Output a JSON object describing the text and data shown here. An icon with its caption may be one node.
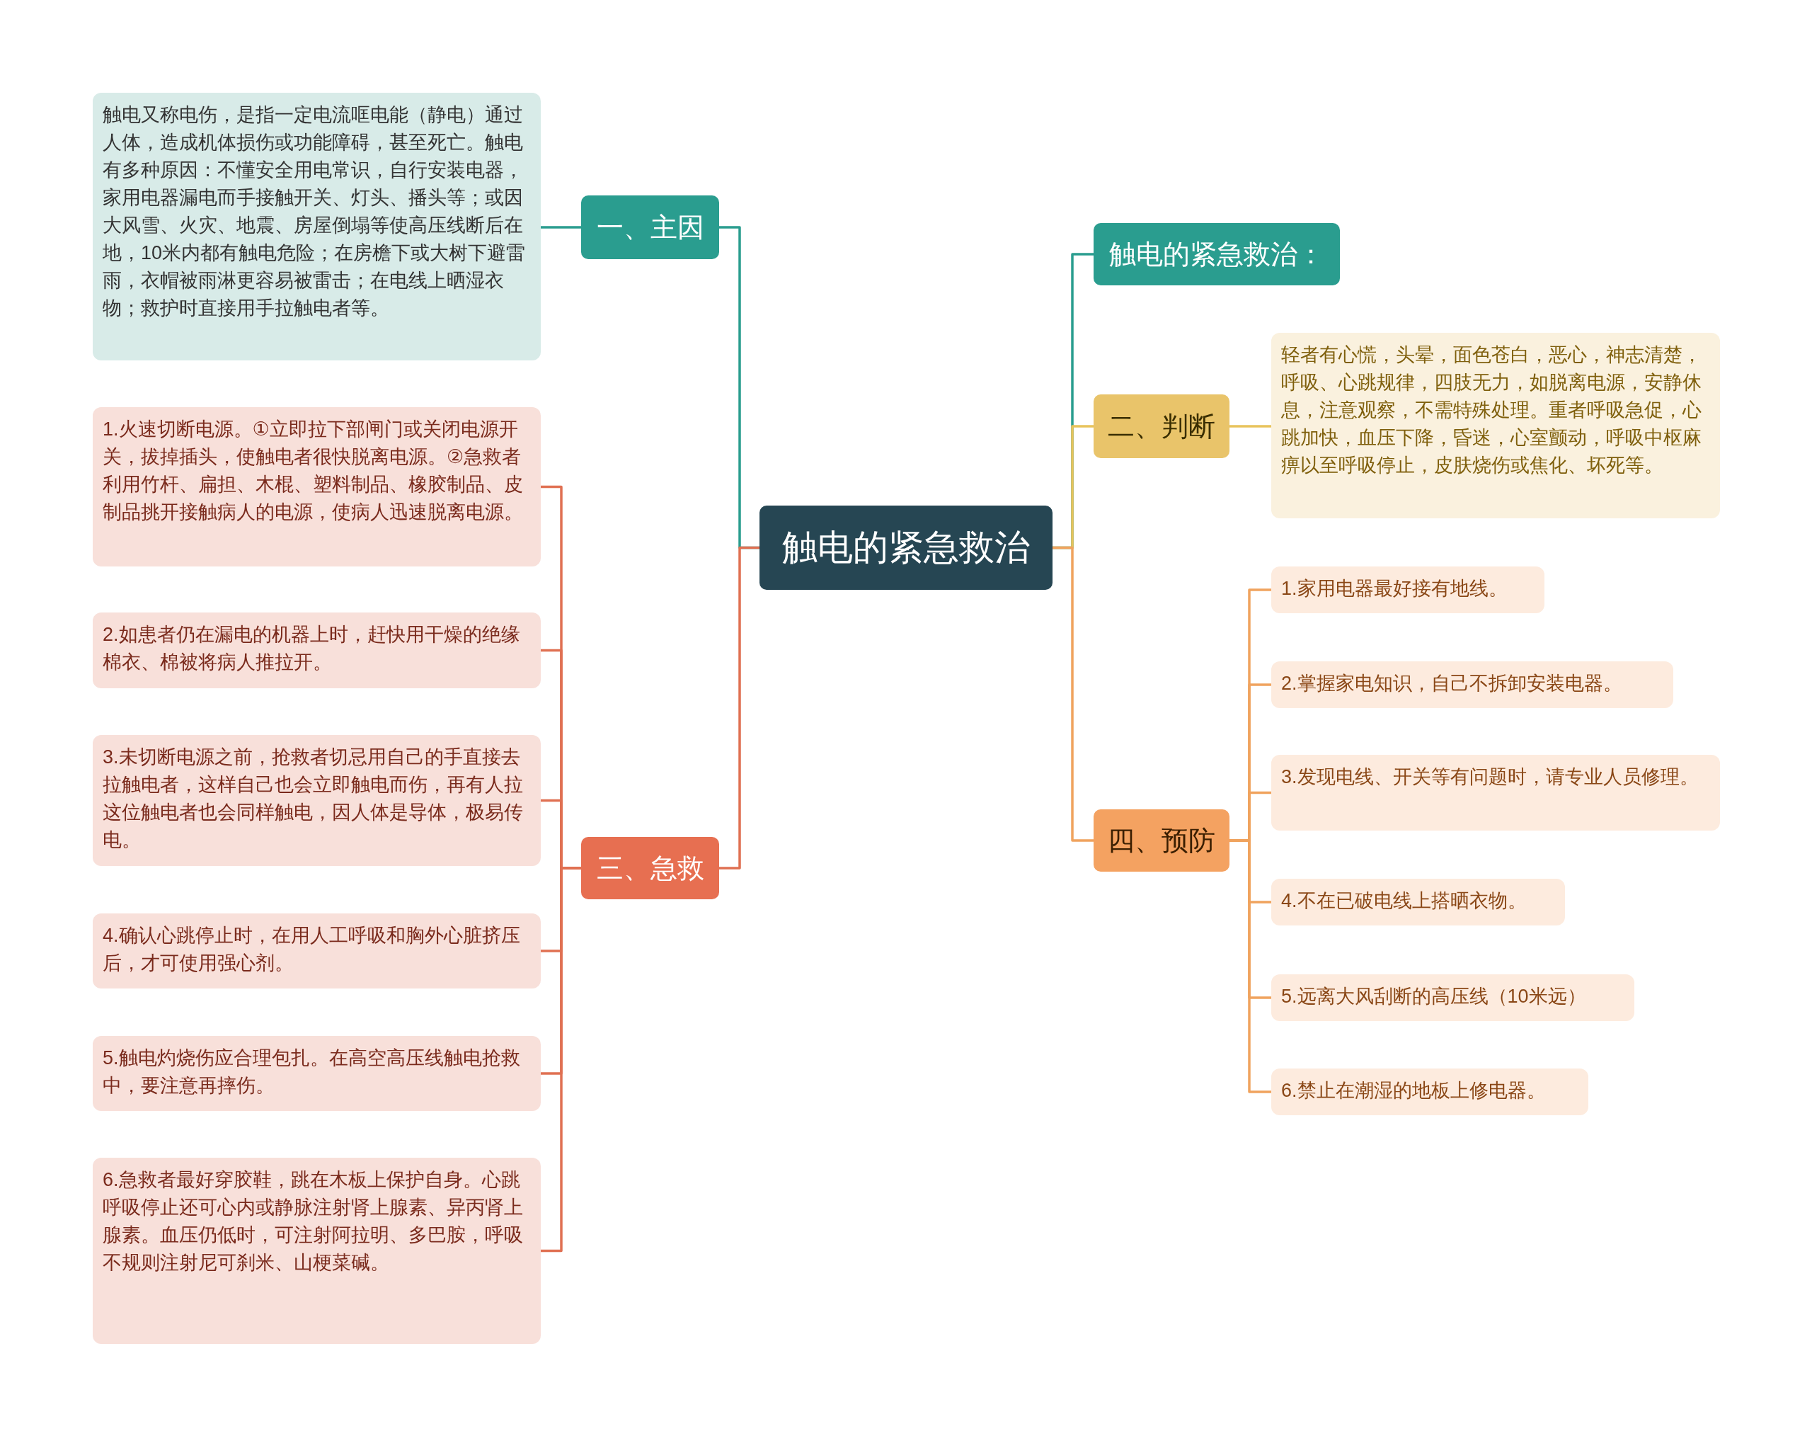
{
  "diagram": {
    "nodes": [
      {
        "text": [
          "触电的紧急救治"
        ]
      },
      {
        "text": [
          "一、主因"
        ]
      },
      {
        "text": [
          "触电又称电伤，是指一定电流哐电能（静电）通过人体，造成机体损伤或功能障碍，甚至死亡。触电有多种原因：不懂安全用电常识，自行安装电器，家用电器漏电而手接触开关、灯头、播头等；或因大风雪、火灾、地震、房屋倒塌等使高压线断后在地，10米内都有触电危险；在房檐下或大树下避雷雨，衣帽被雨淋更容易被雷击；在电线上晒湿衣物；救护时直接用手拉触电者等。"
        ]
      },
      {
        "text": [
          "三、急救"
        ]
      },
      {
        "text": [
          "1.火速切断电源。①立即拉下部闸门或关闭电源开关，拔掉插头，使触电者很快脱离电源。②急救者利用竹杆、扁担、木棍、塑料制品、橡胶制品、皮制品挑开接触病人的电源，使病人迅速脱离电源。"
        ]
      },
      {
        "text": [
          "2.如患者仍在漏电的机器上时，赶快用干燥的绝缘棉衣、棉被将病人推拉开。"
        ]
      },
      {
        "text": [
          "3.未切断电源之前，抢救者切忌用自己的手直接去拉触电者，这样自己也会立即触电而伤，再有人拉这位触电者也会同样触电，因人体是导体，极易传电。"
        ]
      },
      {
        "text": [
          "4.确认心跳停止时，在用人工呼吸和胸外心脏挤压后，才可使用强心剂。"
        ]
      },
      {
        "text": [
          "5.触电灼烧伤应合理包扎。在高空高压线触电抢救中，要注意再摔伤。"
        ]
      },
      {
        "text": [
          "6.急救者最好穿胶鞋，跳在木板上保护自身。心跳呼吸停止还可心内或静脉注射肾上腺素、异丙肾上腺素。血压仍低时，可注射阿拉明、多巴胺，呼吸不规则注射尼可刹米、山梗菜碱。"
        ]
      },
      {
        "text": [
          "触电的紧急救治："
        ]
      },
      {
        "text": [
          "二、判断"
        ]
      },
      {
        "text": [
          "轻者有心慌，头晕，面色苍白，恶心，神志清楚，呼吸、心跳规律，四肢无力，如脱离电源，安静休息，注意观察，不需特殊处理。重者呼吸急促，心跳加快，血压下降，昏迷，心室颤动，呼吸中枢麻痹以至呼吸停止，皮肤烧伤或焦化、坏死等。"
        ]
      },
      {
        "text": [
          "四、预防"
        ]
      },
      {
        "text": [
          "1.家用电器最好接有地线。"
        ]
      },
      {
        "text": [
          "2.掌握家电知识，自己不拆卸安装电器。"
        ]
      },
      {
        "text": [
          "3.发现电线、开关等有问题时，请专业人员修理。"
        ]
      },
      {
        "text": [
          "4.不在已破电线上搭晒衣物。"
        ]
      },
      {
        "text": [
          "5.远离大风刮断的高压线（10米远）"
        ]
      },
      {
        "text": [
          "6.禁止在潮湿的地板上修电器。"
        ]
      }
    ],
    "edges": [
      {
        "from": 0,
        "to": 1,
        "arrow": "none",
        "color": "#2a9d8f"
      },
      {
        "from": 1,
        "to": 2,
        "arrow": "none",
        "color": "#2a9d8f"
      },
      {
        "from": 0,
        "to": 3,
        "arrow": "none",
        "color": "#e07052"
      },
      {
        "from": 3,
        "to": 4,
        "arrow": "none",
        "color": "#e07052"
      },
      {
        "from": 3,
        "to": 5,
        "arrow": "none",
        "color": "#e07052"
      },
      {
        "from": 3,
        "to": 6,
        "arrow": "none",
        "color": "#e07052"
      },
      {
        "from": 3,
        "to": 7,
        "arrow": "none",
        "color": "#e07052"
      },
      {
        "from": 3,
        "to": 8,
        "arrow": "none",
        "color": "#e07052"
      },
      {
        "from": 3,
        "to": 9,
        "arrow": "none",
        "color": "#e07052"
      },
      {
        "from": 0,
        "to": 10,
        "arrow": "none",
        "color": "#2a9d8f"
      },
      {
        "from": 0,
        "to": 11,
        "arrow": "none",
        "color": "#e8c35c"
      },
      {
        "from": 11,
        "to": 12,
        "arrow": "none",
        "color": "#e8c35c"
      },
      {
        "from": 0,
        "to": 13,
        "arrow": "none",
        "color": "#f0a35e"
      },
      {
        "from": 13,
        "to": 14,
        "arrow": "none",
        "color": "#f0a35e"
      },
      {
        "from": 13,
        "to": 15,
        "arrow": "none",
        "color": "#f0a35e"
      },
      {
        "from": 13,
        "to": 16,
        "arrow": "none",
        "color": "#f0a35e"
      },
      {
        "from": 13,
        "to": 17,
        "arrow": "none",
        "color": "#f0a35e"
      },
      {
        "from": 13,
        "to": 18,
        "arrow": "none",
        "color": "#f0a35e"
      },
      {
        "from": 13,
        "to": 19,
        "arrow": "none",
        "color": "#f0a35e"
      }
    ]
  }
}
